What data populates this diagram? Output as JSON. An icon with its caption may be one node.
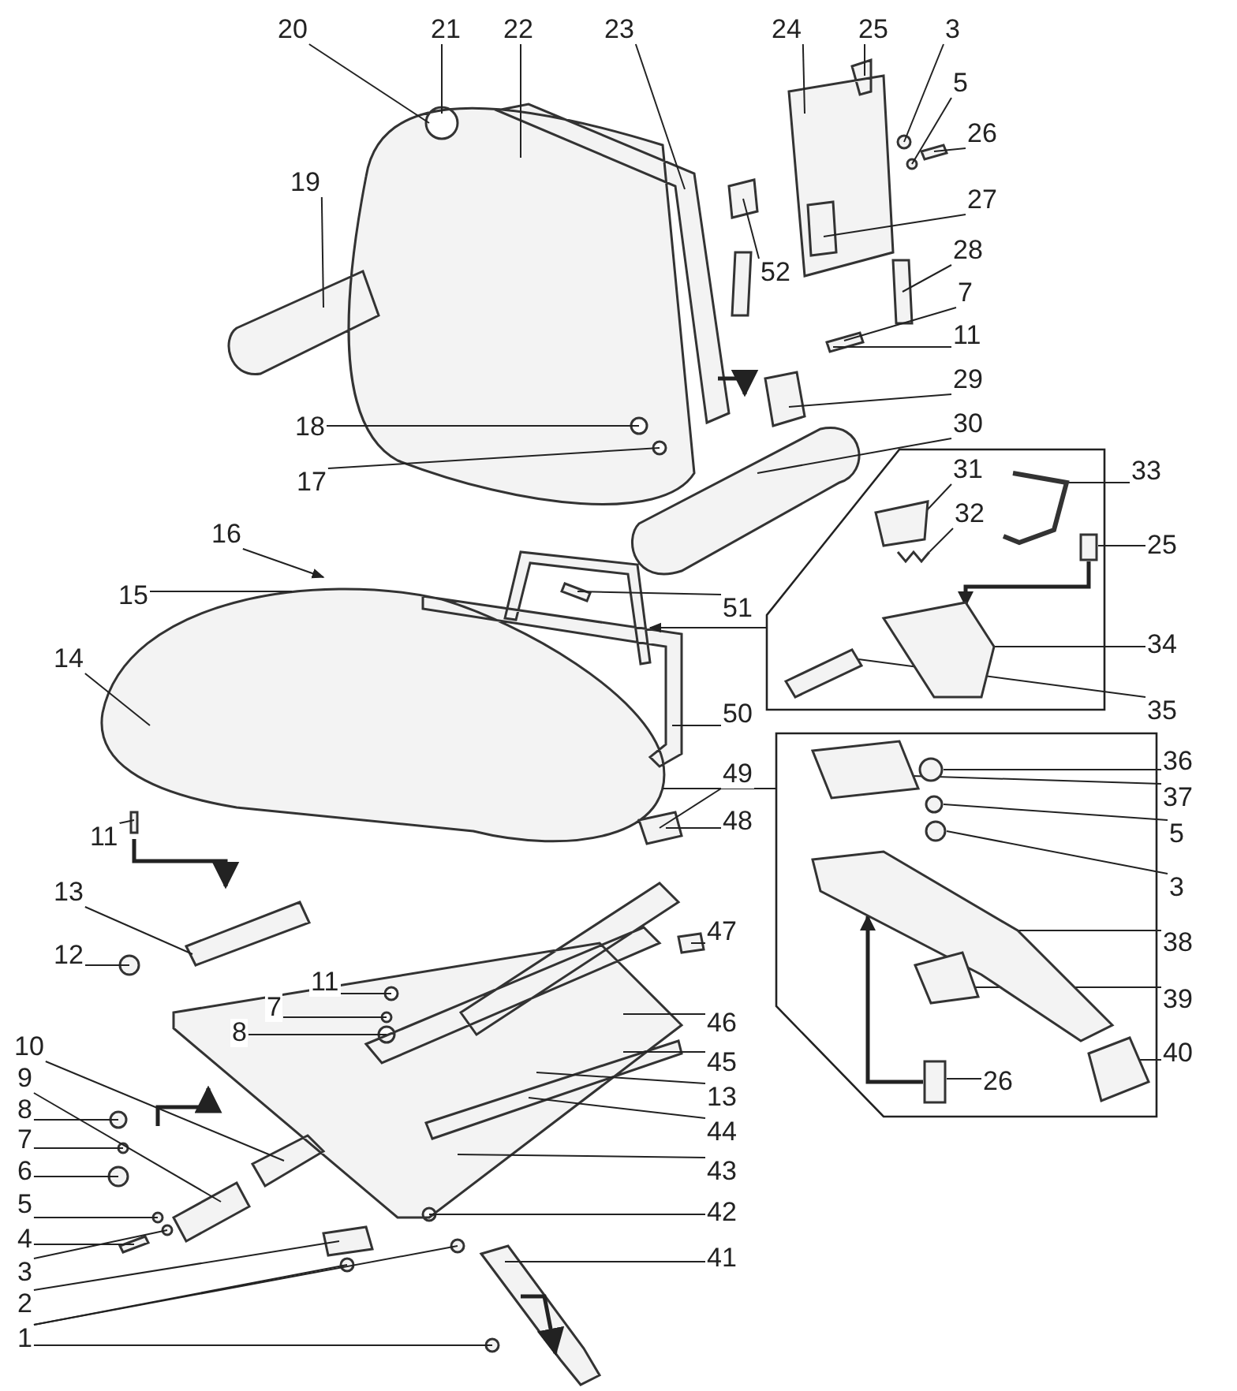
{
  "diagram": {
    "nodes": [
      {
        "text": [
          "20"
        ]
      },
      {
        "text": [
          "21"
        ]
      },
      {
        "text": [
          "22"
        ]
      },
      {
        "text": [
          "23"
        ]
      },
      {
        "text": [
          "24"
        ]
      },
      {
        "text": [
          "25"
        ]
      },
      {
        "text": [
          "3"
        ]
      },
      {
        "text": [
          "5"
        ]
      },
      {
        "text": [
          "26"
        ]
      },
      {
        "text": [
          "27"
        ]
      },
      {
        "text": [
          "19"
        ]
      },
      {
        "text": [
          "28"
        ]
      },
      {
        "text": [
          "52"
        ]
      },
      {
        "text": [
          "7"
        ]
      },
      {
        "text": [
          "11"
        ]
      },
      {
        "text": [
          "29"
        ]
      },
      {
        "text": [
          "30"
        ]
      },
      {
        "text": [
          "18"
        ]
      },
      {
        "text": [],
        "shape": "box"
      },
      {
        "text": [
          "31"
        ],
        "in": 18
      },
      {
        "text": [
          "33"
        ]
      },
      {
        "text": [
          "17"
        ]
      },
      {
        "text": [
          "32"
        ],
        "in": 18
      },
      {
        "text": [
          "16"
        ]
      },
      {
        "text": [
          "25"
        ]
      },
      {
        "text": [
          "15"
        ]
      },
      {
        "text": [
          "51"
        ]
      },
      {
        "text": [
          "34"
        ]
      },
      {
        "text": [
          "14"
        ]
      },
      {
        "text": [
          "35"
        ]
      },
      {
        "text": [
          "50"
        ]
      },
      {
        "text": [],
        "shape": "box"
      },
      {
        "text": [
          "36"
        ]
      },
      {
        "text": [
          "49"
        ]
      },
      {
        "text": [
          "37"
        ]
      },
      {
        "text": [
          "5"
        ]
      },
      {
        "text": [
          "48"
        ]
      },
      {
        "text": [
          "11"
        ]
      },
      {
        "text": [
          "3"
        ]
      },
      {
        "text": [
          "13"
        ]
      },
      {
        "text": [
          "47"
        ]
      },
      {
        "text": [
          "38"
        ]
      },
      {
        "text": [
          "12"
        ]
      },
      {
        "text": [
          "11"
        ]
      },
      {
        "text": [
          "39"
        ]
      },
      {
        "text": [
          "7"
        ]
      },
      {
        "text": [
          "46"
        ]
      },
      {
        "text": [
          "8"
        ]
      },
      {
        "text": [
          "10"
        ]
      },
      {
        "text": [
          "26"
        ],
        "in": 31
      },
      {
        "text": [
          "40"
        ]
      },
      {
        "text": [
          "45"
        ]
      },
      {
        "text": [
          "9"
        ]
      },
      {
        "text": [
          "13"
        ]
      },
      {
        "text": [
          "8"
        ]
      },
      {
        "text": [
          "44"
        ]
      },
      {
        "text": [
          "7"
        ]
      },
      {
        "text": [
          "43"
        ]
      },
      {
        "text": [
          "6"
        ]
      },
      {
        "text": [
          "5"
        ]
      },
      {
        "text": [
          "42"
        ]
      },
      {
        "text": [
          "4"
        ]
      },
      {
        "text": [
          "41"
        ]
      },
      {
        "text": [
          "3"
        ]
      },
      {
        "text": [
          "2"
        ]
      },
      {
        "text": [
          "1"
        ]
      },
      {
        "text": [],
        "shape": "picture",
        "in": 18
      },
      {
        "text": [],
        "shape": "picture",
        "in": 18
      },
      {
        "text": [],
        "shape": "picture",
        "in": 18
      },
      {
        "text": [],
        "shape": "box",
        "in": 18
      },
      {
        "text": [],
        "shape": "picture",
        "in": 18
      },
      {
        "text": [],
        "shape": "picture",
        "in": 18
      },
      {
        "text": [],
        "shape": "circle",
        "in": 31
      },
      {
        "text": [],
        "shape": "picture",
        "in": 31
      },
      {
        "text": [],
        "shape": "circle",
        "in": 31
      },
      {
        "text": [],
        "shape": "circle",
        "in": 31
      },
      {
        "text": [],
        "shape": "picture",
        "in": 31
      },
      {
        "text": [],
        "shape": "picture",
        "in": 31
      },
      {
        "text": [],
        "shape": "picture",
        "in": 31
      },
      {
        "text": [],
        "shape": "box",
        "in": 31
      }
    ],
    "edges": [
      {
        "from": 0,
        "to": null,
        "arrow": "none"
      },
      {
        "from": 1,
        "to": null,
        "arrow": "none"
      },
      {
        "from": 2,
        "to": null,
        "arrow": "none"
      },
      {
        "from": 3,
        "to": null,
        "arrow": "none"
      },
      {
        "from": 4,
        "to": null,
        "arrow": "none"
      },
      {
        "from": 5,
        "to": null,
        "arrow": "none"
      },
      {
        "from": 6,
        "to": null,
        "arrow": "none"
      },
      {
        "from": 7,
        "to": null,
        "arrow": "none"
      },
      {
        "from": 8,
        "to": null,
        "arrow": "none"
      },
      {
        "from": 9,
        "to": null,
        "arrow": "none"
      },
      {
        "from": 10,
        "to": null,
        "arrow": "none"
      },
      {
        "from": 11,
        "to": null,
        "arrow": "none"
      },
      {
        "from": 12,
        "to": null,
        "arrow": "none"
      },
      {
        "from": 13,
        "to": null,
        "arrow": "none"
      },
      {
        "from": 14,
        "to": null,
        "arrow": "none"
      },
      {
        "from": 15,
        "to": null,
        "arrow": "none"
      },
      {
        "from": 16,
        "to": null,
        "arrow": "none"
      },
      {
        "from": 17,
        "to": null,
        "arrow": "none"
      },
      {
        "from": 18,
        "to": null,
        "arrow": "to"
      },
      {
        "from": 19,
        "to": 66,
        "arrow": "none"
      },
      {
        "from": 20,
        "to": 68,
        "arrow": "none"
      },
      {
        "from": 21,
        "to": null,
        "arrow": "none"
      },
      {
        "from": 22,
        "to": 67,
        "arrow": "none"
      },
      {
        "from": 23,
        "to": null,
        "arrow": "to"
      },
      {
        "from": 24,
        "to": 69,
        "arrow": "none"
      },
      {
        "from": 25,
        "to": null,
        "arrow": "none"
      },
      {
        "from": 26,
        "to": null,
        "arrow": "none"
      },
      {
        "from": 27,
        "to": 70,
        "arrow": "none"
      },
      {
        "from": 28,
        "to": null,
        "arrow": "none"
      },
      {
        "from": 29,
        "to": 71,
        "arrow": "none"
      },
      {
        "from": 30,
        "to": null,
        "arrow": "none"
      },
      {
        "from": 31,
        "to": null,
        "arrow": "none"
      },
      {
        "from": 32,
        "to": 72,
        "arrow": "none"
      },
      {
        "from": 33,
        "to": null,
        "arrow": "none"
      },
      {
        "from": 34,
        "to": 73,
        "arrow": "none"
      },
      {
        "from": 35,
        "to": 74,
        "arrow": "none"
      },
      {
        "from": 36,
        "to": null,
        "arrow": "none"
      },
      {
        "from": 37,
        "to": null,
        "arrow": "none"
      },
      {
        "from": 38,
        "to": 75,
        "arrow": "none"
      },
      {
        "from": 39,
        "to": null,
        "arrow": "none"
      },
      {
        "from": 40,
        "to": null,
        "arrow": "none"
      },
      {
        "from": 41,
        "to": 76,
        "arrow": "none"
      },
      {
        "from": 42,
        "to": null,
        "arrow": "none"
      },
      {
        "from": 43,
        "to": null,
        "arrow": "none"
      },
      {
        "from": 44,
        "to": 77,
        "arrow": "none"
      },
      {
        "from": 45,
        "to": null,
        "arrow": "none"
      },
      {
        "from": 46,
        "to": null,
        "arrow": "none"
      },
      {
        "from": 47,
        "to": null,
        "arrow": "none"
      },
      {
        "from": 48,
        "to": null,
        "arrow": "none"
      },
      {
        "from": 49,
        "to": 79,
        "arrow": "none"
      },
      {
        "from": 50,
        "to": 78,
        "arrow": "none"
      },
      {
        "from": 51,
        "to": null,
        "arrow": "none"
      },
      {
        "from": 52,
        "to": null,
        "arrow": "none"
      },
      {
        "from": 53,
        "to": null,
        "arrow": "none"
      },
      {
        "from": 54,
        "to": null,
        "arrow": "none"
      },
      {
        "from": 55,
        "to": null,
        "arrow": "none"
      },
      {
        "from": 56,
        "to": null,
        "arrow": "none"
      },
      {
        "from": 57,
        "to": null,
        "arrow": "none"
      },
      {
        "from": 58,
        "to": null,
        "arrow": "none"
      },
      {
        "from": 59,
        "to": null,
        "arrow": "none"
      },
      {
        "from": 60,
        "to": null,
        "arrow": "none"
      },
      {
        "from": 61,
        "to": null,
        "arrow": "none"
      },
      {
        "from": 62,
        "to": null,
        "arrow": "none"
      },
      {
        "from": 63,
        "to": null,
        "arrow": "none"
      },
      {
        "from": 64,
        "to": null,
        "arrow": "none"
      },
      {
        "from": 65,
        "to": null,
        "arrow": "none"
      },
      {
        "from": 65,
        "to": null,
        "arrow": "none"
      },
      {
        "from": 65,
        "to": null,
        "arrow": "none"
      },
      {
        "from": 79,
        "to": 76,
        "arrow": "to",
        "style": "thick"
      },
      {
        "from": 69,
        "to": 70,
        "arrow": "to",
        "style": "thick"
      }
    ]
  }
}
